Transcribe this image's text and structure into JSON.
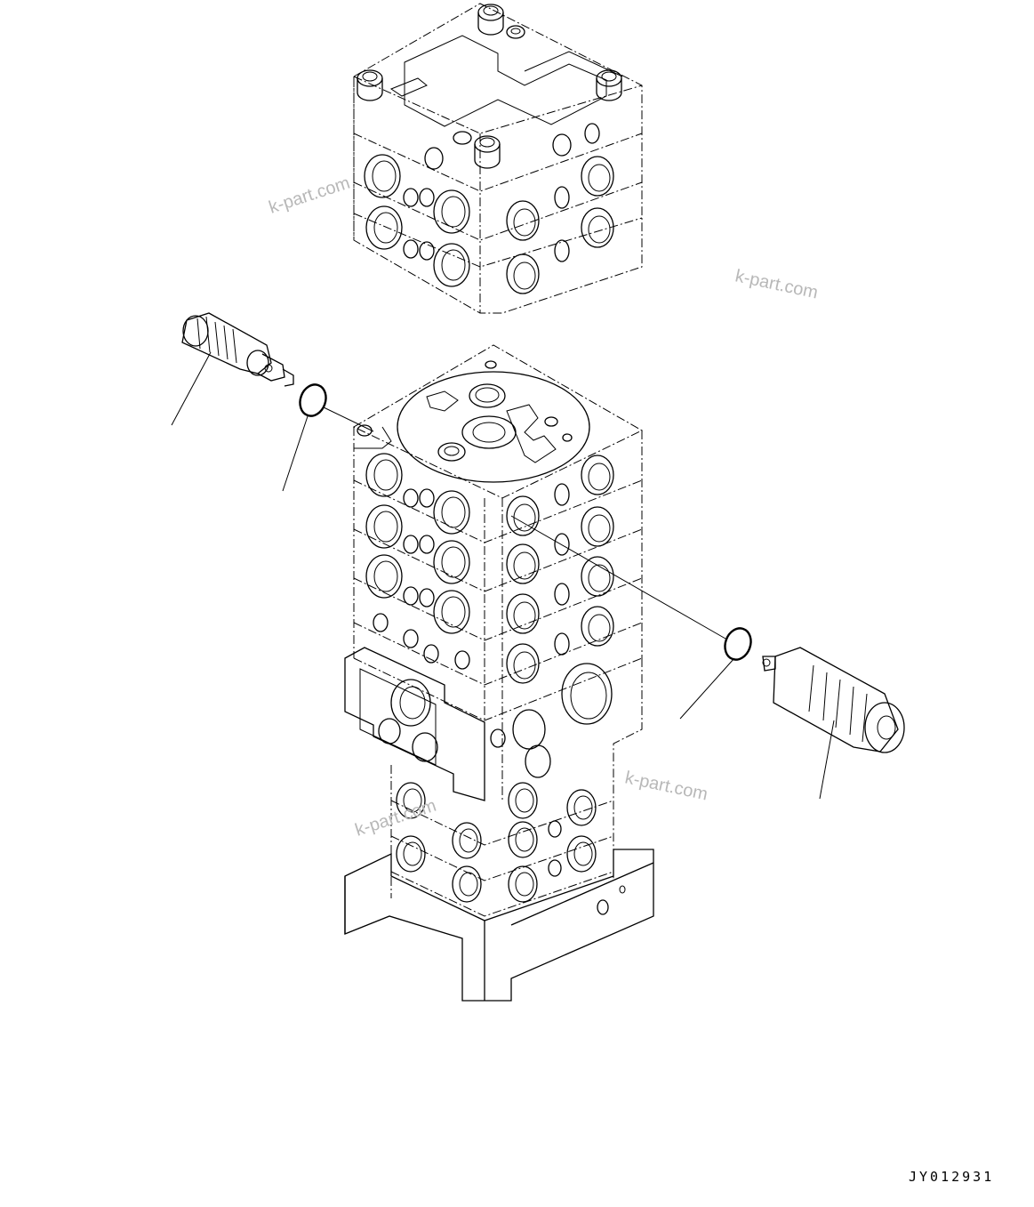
{
  "drawing": {
    "code": "JY012931",
    "watermarks": [
      "k-part.com",
      "k-part.com",
      "k-part.com",
      "k-part.com"
    ]
  }
}
